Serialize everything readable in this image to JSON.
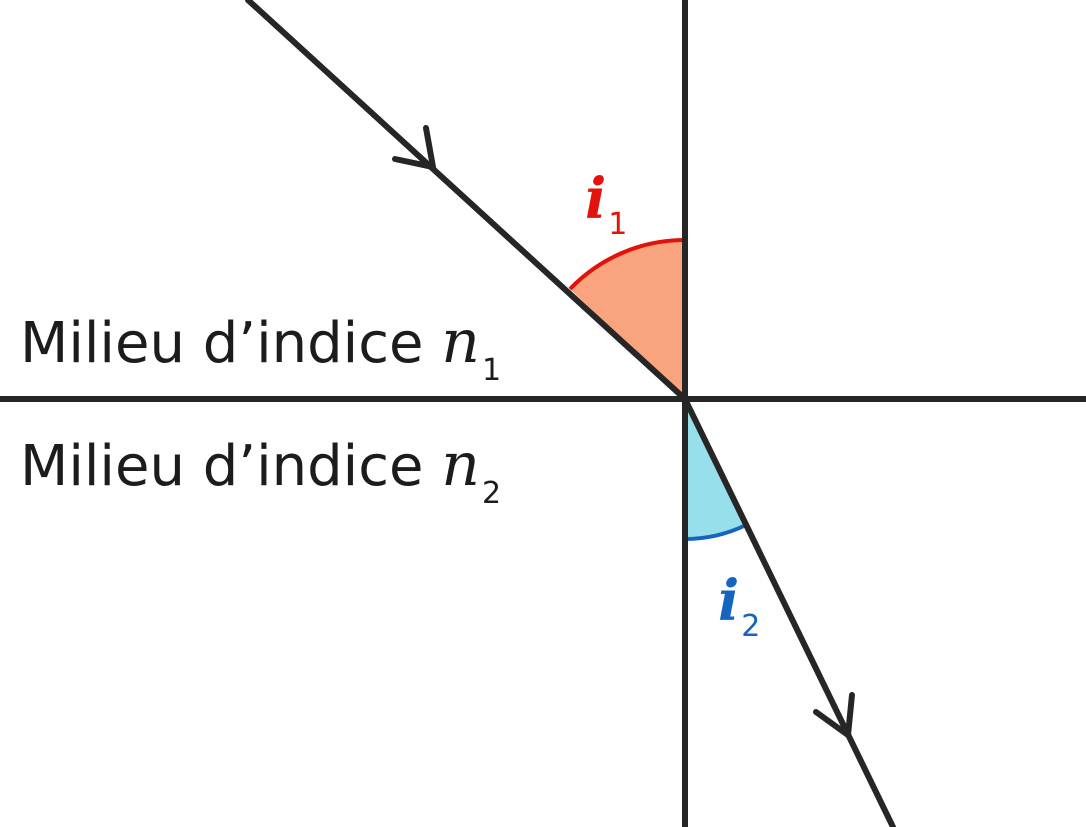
{
  "media1": {
    "label": "Milieu d’indice ",
    "symbol": "n",
    "subscript": "1"
  },
  "media2": {
    "label": "Milieu d’indice ",
    "symbol": "n",
    "subscript": "2"
  },
  "angle1": {
    "symbol": "i",
    "subscript": "1",
    "color": "#e3120b",
    "fill": "#f9a47f"
  },
  "angle2": {
    "symbol": "i",
    "subscript": "2",
    "color": "#1565c0",
    "fill": "#98dfec"
  },
  "line_color": "#262626"
}
